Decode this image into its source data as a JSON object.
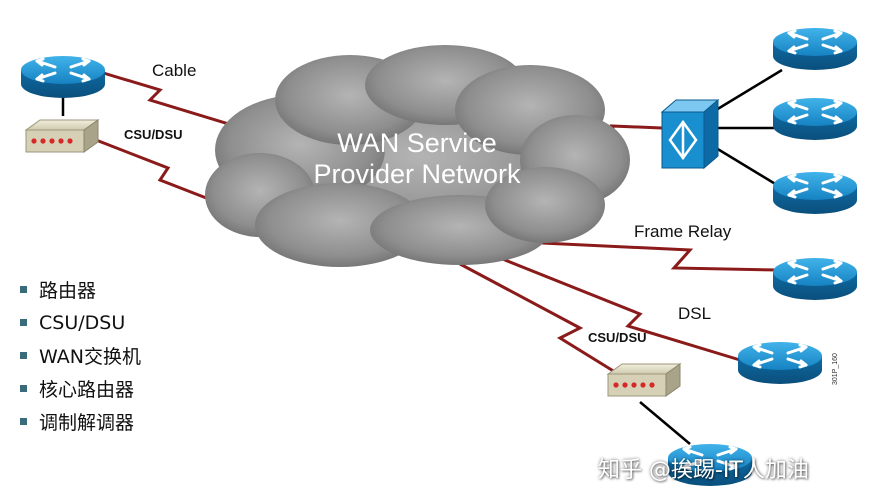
{
  "cloud": {
    "title_line1": "WAN Service",
    "title_line2": "Provider Network",
    "color": "#8a8a8a"
  },
  "links": {
    "cable": "Cable",
    "csu_dsu_top": "CSU/DSU",
    "frame_relay": "Frame Relay",
    "dsl": "DSL",
    "csu_dsu_bottom": "CSU/DSU",
    "line_color": "#8b1a1a"
  },
  "legend": {
    "items": [
      "路由器",
      "CSU/DSU",
      "WAN交换机",
      "核心路由器",
      "调制解调器"
    ]
  },
  "side_code": "301P_160",
  "watermark": "知乎 @挨踢-IT人加油",
  "devices": {
    "router_color": "#1a8fd0",
    "switch_color": "#1a8fd0",
    "csu_color": "#d8d4b8"
  }
}
